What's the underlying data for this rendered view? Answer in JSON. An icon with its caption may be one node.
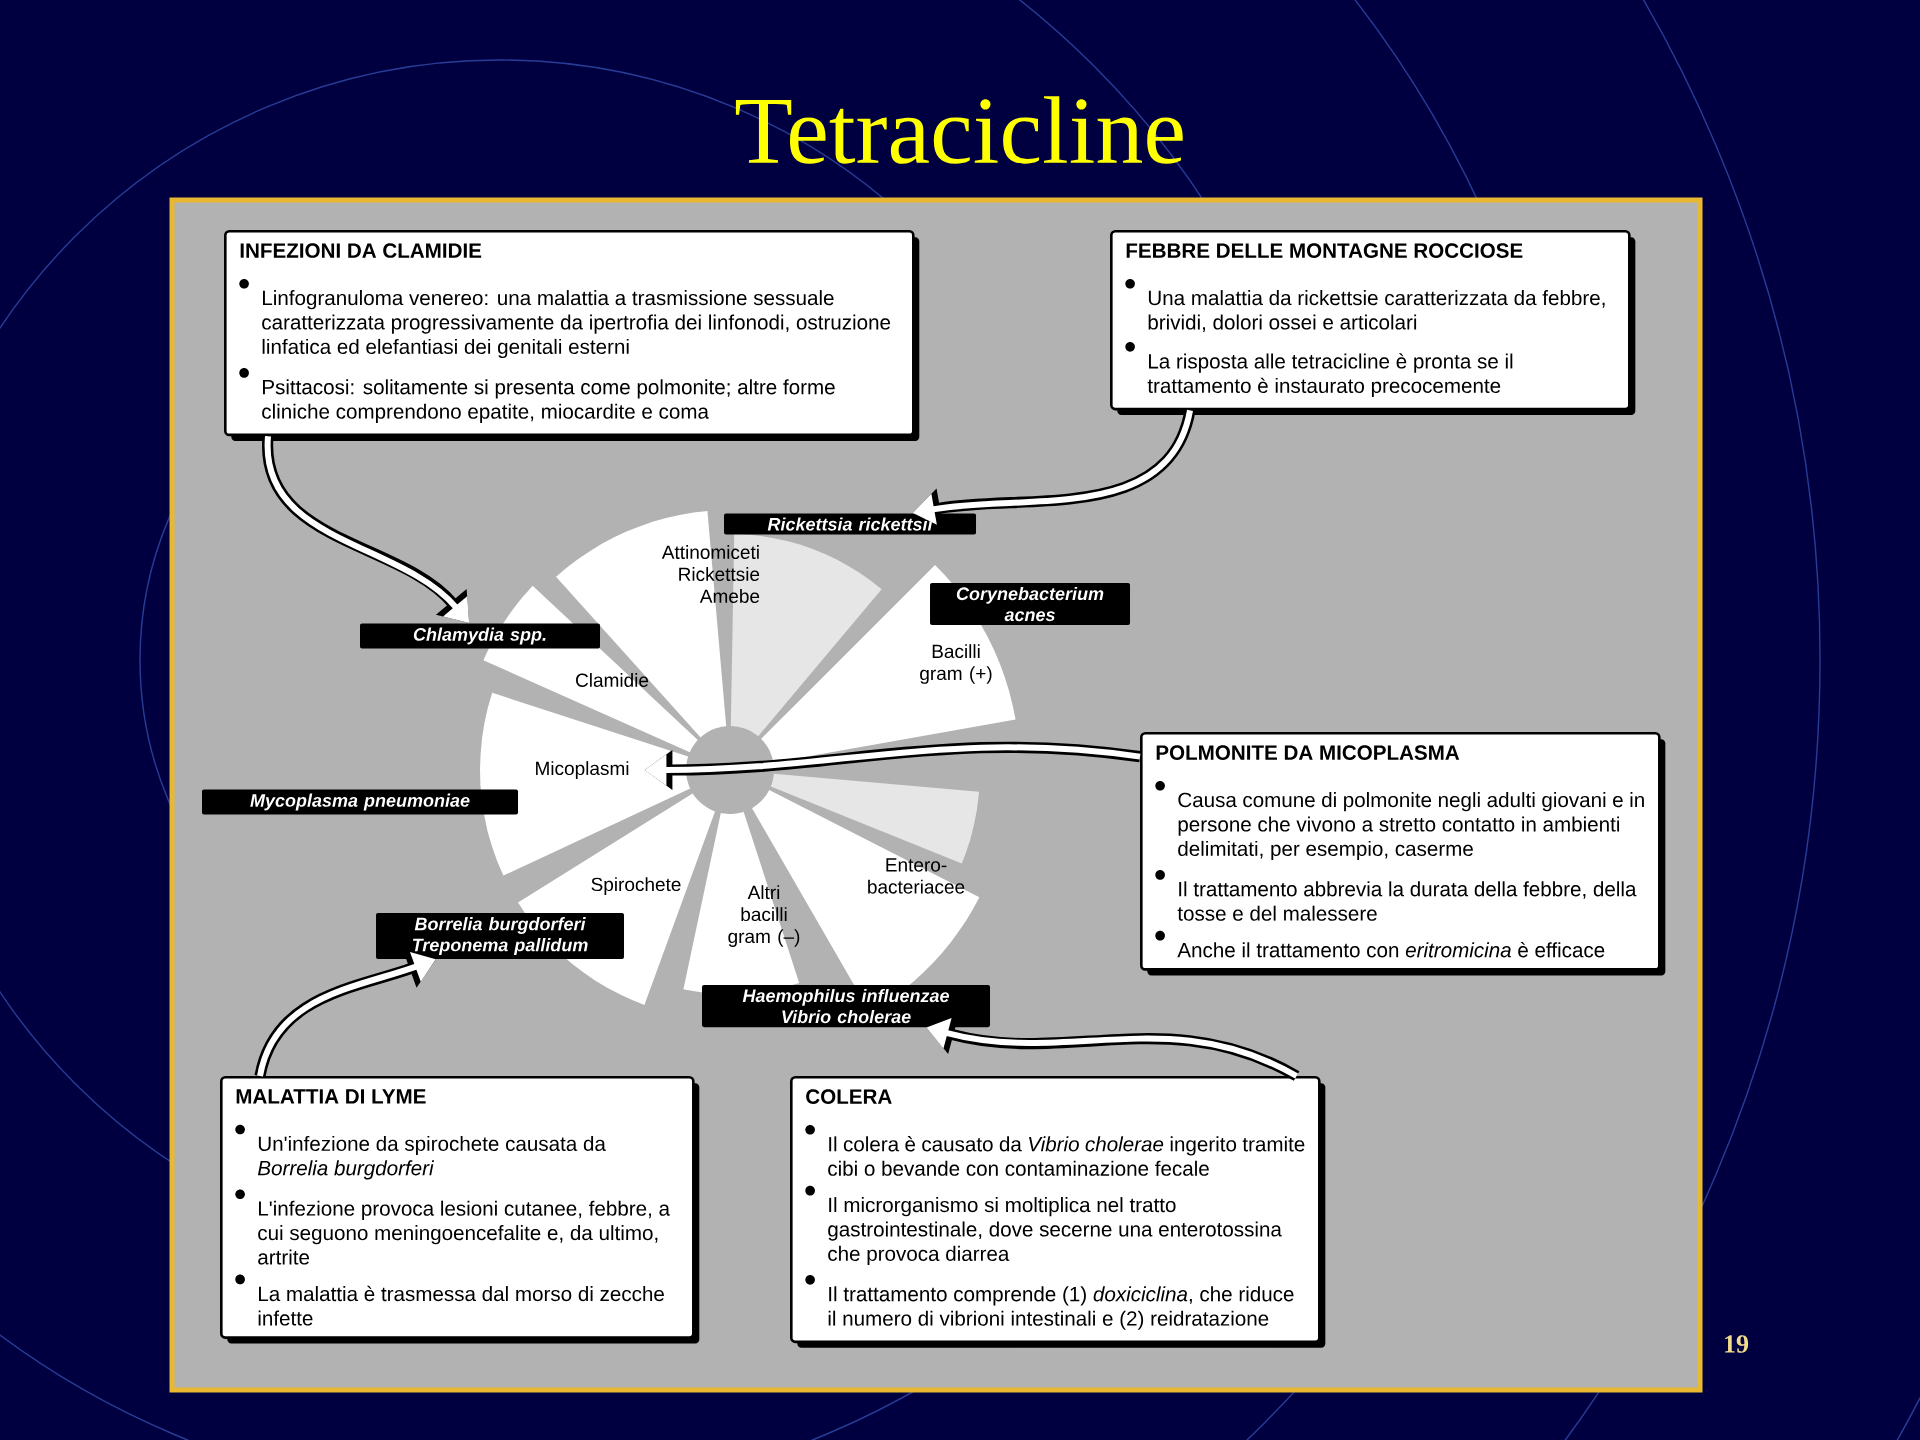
{
  "diagram": {
    "title": "Tetracicline",
    "nodes": [
      {
        "text": [
          "INFEZIONI DA CLAMIDIE",
          "Linfogranuloma venereo: una malattia a trasmissione sessuale caratterizzata progressivamente da ipertrofia dei linfonodi, ostruzione linfatica ed elefantiasi dei genitali esterni",
          "Psittacosi: solitamente si presenta come polmonite; altre forme cliniche comprendono epatite, miocardite e coma"
        ]
      },
      {
        "text": [
          "FEBBRE DELLE MONTAGNE ROCCIOSE",
          "Una malattia da rickettsie caratterizzata da febbre, brividi, dolori ossei e articolari",
          "La risposta alle tetracicline è pronta se il trattamento è instaurato precocemente"
        ]
      },
      {
        "text": [
          "POLMONITE DA MICOPLASMA",
          "Causa comune di polmonite negli adulti giovani e in persone che vivono a stretto contatto in ambienti delimitati, per esempio, caserme",
          "Il trattamento abbrevia la durata della febbre, della tosse e del malessere",
          "Anche il trattamento con *eritromicina* è efficace"
        ]
      },
      {
        "text": [
          "MALATTIA DI LYME",
          "Un'infezione da spirochete causata da *Borrelia burgdorferi*",
          "L'infezione provoca lesioni cutanee, febbre, a cui seguono meningoencefalite e, da ultimo, artrite",
          "La malattia è trasmessa dal morso di zecche infette"
        ]
      },
      {
        "text": [
          "COLERA",
          "Il colera è causato da *Vibrio cholerae* ingerito tramite cibi o bevande con contaminazione fecale",
          "Il microrganismo si moltiplica nel tratto gastrointestinale, dove secerne una enterotossina che provoca diarrea",
          "Il trattamento comprende (1) *doxiciclina*, che riduce il numero di vibrioni intestinali e (2) reidratazione"
        ]
      },
      {
        "text": [
          "Rickettsia rickettsii"
        ]
      },
      {
        "text": [
          "Chlamydia spp."
        ]
      },
      {
        "text": [
          "Corynebacterium acnes"
        ]
      },
      {
        "text": [
          "Mycoplasma pneumoniae"
        ]
      },
      {
        "text": [
          "Borrelia burgdorferi Treponema pallidum"
        ]
      },
      {
        "text": [
          "Haemophilus influenzae Vibrio cholerae"
        ]
      },
      {
        "text": [
          "Attinomiceti Rickettsie Amebe"
        ]
      },
      {
        "text": [],
        "shape": "slice"
      },
      {
        "text": [
          "Bacilli gram (+)"
        ]
      },
      {
        "text": [],
        "shape": "slice"
      },
      {
        "text": [
          "Entero-bacteriacee"
        ]
      },
      {
        "text": [
          "Altri bacilli gram (–)"
        ]
      },
      {
        "text": [
          "Spirochete"
        ]
      },
      {
        "text": [
          "Micoplasmi"
        ]
      },
      {
        "text": [
          "Clamidie"
        ]
      }
    ],
    "edges": [
      {
        "from": 0,
        "to": 6,
        "arrow": "to"
      },
      {
        "from": 1,
        "to": 5,
        "arrow": "to"
      },
      {
        "from": 2,
        "to": 18,
        "arrow": "to"
      },
      {
        "from": 3,
        "to": 9,
        "arrow": "to"
      },
      {
        "from": 4,
        "to": 10,
        "arrow": "to"
      }
    ],
    "labels": [
      "19"
    ]
  }
}
